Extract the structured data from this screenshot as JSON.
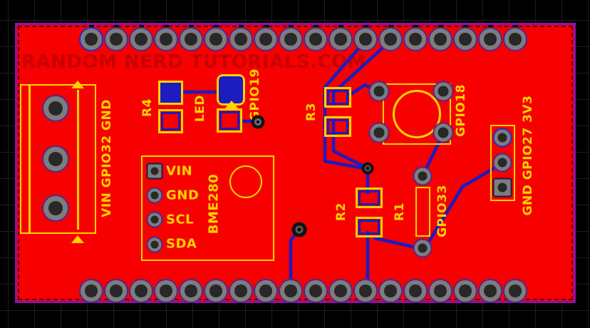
{
  "board": {
    "watermark": "RANDOM NERD TUTORIALS.COM",
    "top_pin_count": 18,
    "bottom_pin_count": 18,
    "colors": {
      "board_red": "#f60000",
      "silkscreen_yellow": "#ffd200",
      "trace_blue": "#1c1cc0",
      "board_outline_purple": "#8c10ac",
      "pad_gray": "#7d7d7d",
      "pad_hole": "#282828",
      "watermark_red": "#c30000",
      "canvas_black": "#000000",
      "grid_line": "#1e1e1e"
    }
  },
  "components": {
    "left_terminal": {
      "label": "VIN GPIO32 GND",
      "pin_count": 3
    },
    "r4": {
      "ref": "R4"
    },
    "led": {
      "ref": "LED",
      "net_label": "GPIO19"
    },
    "bme280": {
      "ref": "BME280",
      "pins": [
        "VIN",
        "GND",
        "SCL",
        "SDA"
      ]
    },
    "r3": {
      "ref": "R3"
    },
    "push_button": {
      "net_label": "GPIO18"
    },
    "r2": {
      "ref": "R2"
    },
    "r1": {
      "ref": "R1",
      "net_label": "GPIO33"
    },
    "right_terminal": {
      "label": "GND GPIO27 3V3",
      "pin_count": 3
    }
  }
}
